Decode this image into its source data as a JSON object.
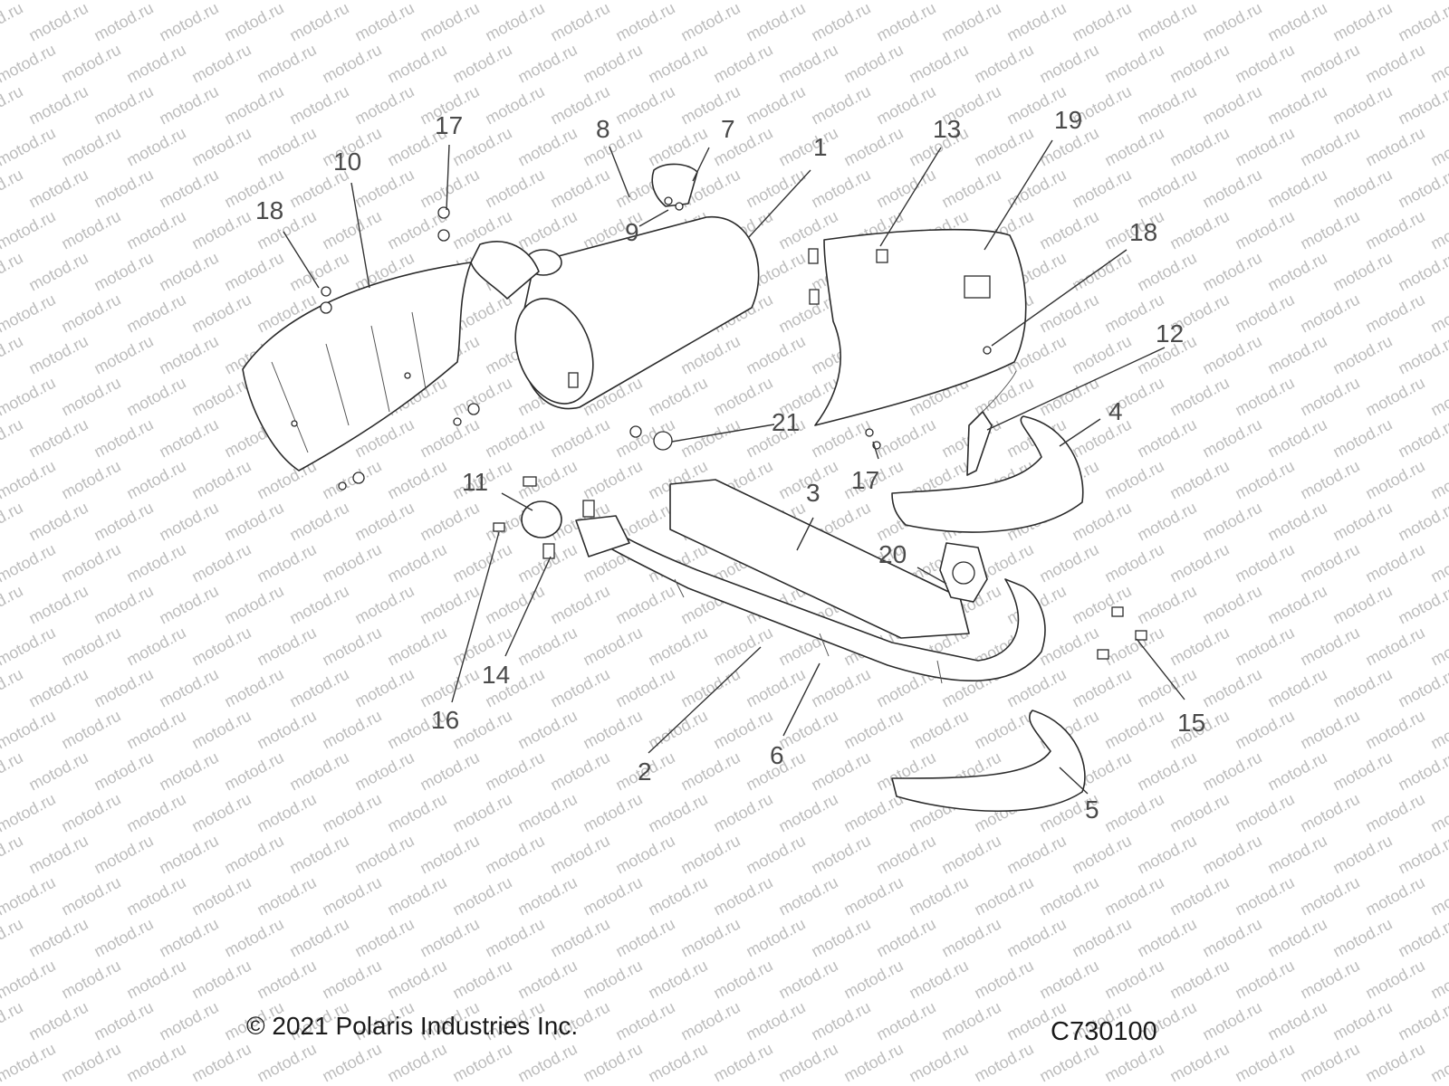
{
  "watermark": "motod.ru",
  "callouts": [
    "1",
    "2",
    "3",
    "4",
    "5",
    "6",
    "7",
    "8",
    "9",
    "10",
    "11",
    "12",
    "13",
    "14",
    "15",
    "16",
    "17",
    "17",
    "18",
    "18",
    "19",
    "20",
    "21"
  ],
  "footer": {
    "copyright": "© 2021 Polaris Industries Inc.",
    "code": "C730100"
  }
}
